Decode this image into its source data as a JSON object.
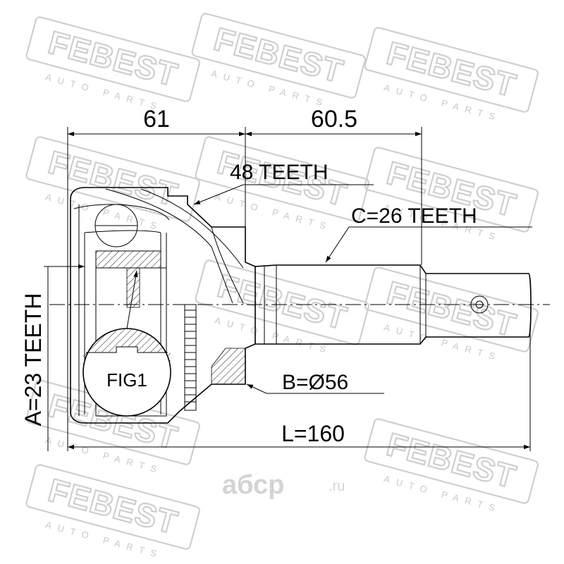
{
  "watermark": {
    "brand": "FEBEST",
    "sub": "AUTO PARTS"
  },
  "site_logo": "абср",
  "site_logo_suffix": ".ru",
  "dimensions": {
    "top_left": "61",
    "top_right": "60.5",
    "outer_teeth": "48 TEETH",
    "spline_c": "C=26 TEETH",
    "diameter_b": "B=Ø56",
    "length_l": "L=160",
    "inner_a": "A=23 TEETH"
  },
  "figure_label": "FIG1"
}
